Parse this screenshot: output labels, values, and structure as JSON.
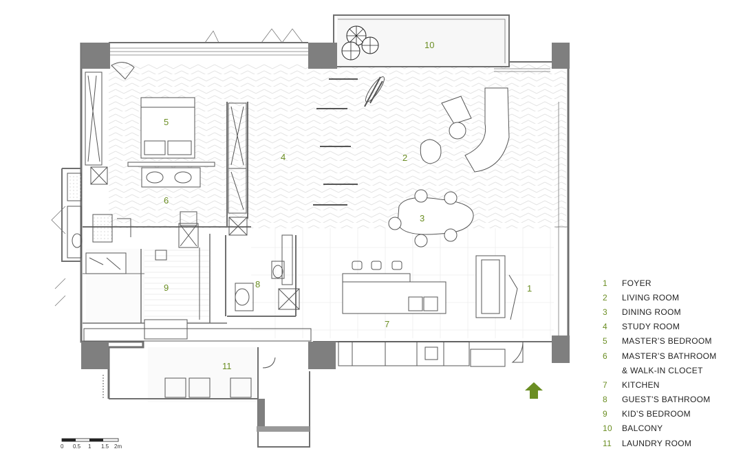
{
  "rooms": [
    {
      "num": "1",
      "label": "FOYER"
    },
    {
      "num": "2",
      "label": "LIVING ROOM"
    },
    {
      "num": "3",
      "label": "DINING ROOM"
    },
    {
      "num": "4",
      "label": "STUDY ROOM"
    },
    {
      "num": "5",
      "label": "MASTER’S BEDROOM"
    },
    {
      "num": "6",
      "label": "MASTER’S BATHROOM"
    },
    {
      "num": "",
      "label": "& WALK-IN CLOCET"
    },
    {
      "num": "7",
      "label": "KITCHEN"
    },
    {
      "num": "8",
      "label": "GUEST’S BATHROOM"
    },
    {
      "num": "9",
      "label": "KID’S BEDROOM"
    },
    {
      "num": "10",
      "label": "BALCONY"
    },
    {
      "num": "11",
      "label": "LAUNDRY ROOM"
    }
  ],
  "plan_numbers": {
    "n1": "1",
    "n2": "2",
    "n3": "3",
    "n4": "4",
    "n5": "5",
    "n6": "6",
    "n7": "7",
    "n8": "8",
    "n9": "9",
    "n10": "10",
    "n11": "11"
  },
  "scale_bar": {
    "ticks": [
      "0",
      "0.5",
      "1",
      "1.5",
      "2m"
    ]
  },
  "colors": {
    "wall": "#8a8a8a",
    "column": "#7a7a7a",
    "accent": "#6b8e23",
    "line": "#555555"
  },
  "icons": {
    "entrance": "up-arrow-icon",
    "plants": "plant-icon"
  }
}
